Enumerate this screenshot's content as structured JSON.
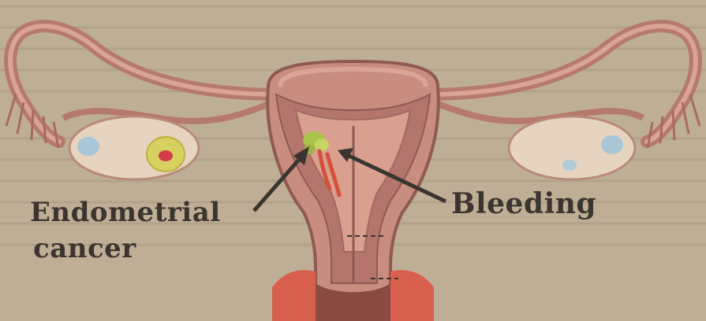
{
  "labels": {
    "endometrial_cancer_line1": "Endometrial",
    "endometrial_cancer_line2": "cancer",
    "bleeding": "Bleeding"
  },
  "colors": {
    "paper": "#bfae96",
    "tissue": "#c98d80",
    "tissue_dark": "#8e5a52",
    "uterus_inner": "#b4766c",
    "ovary": "#e8d6c5",
    "tumor": "#a9c24a",
    "bleeding": "#d4503c",
    "arrow": "#3a3530",
    "text": "#3a3530"
  }
}
